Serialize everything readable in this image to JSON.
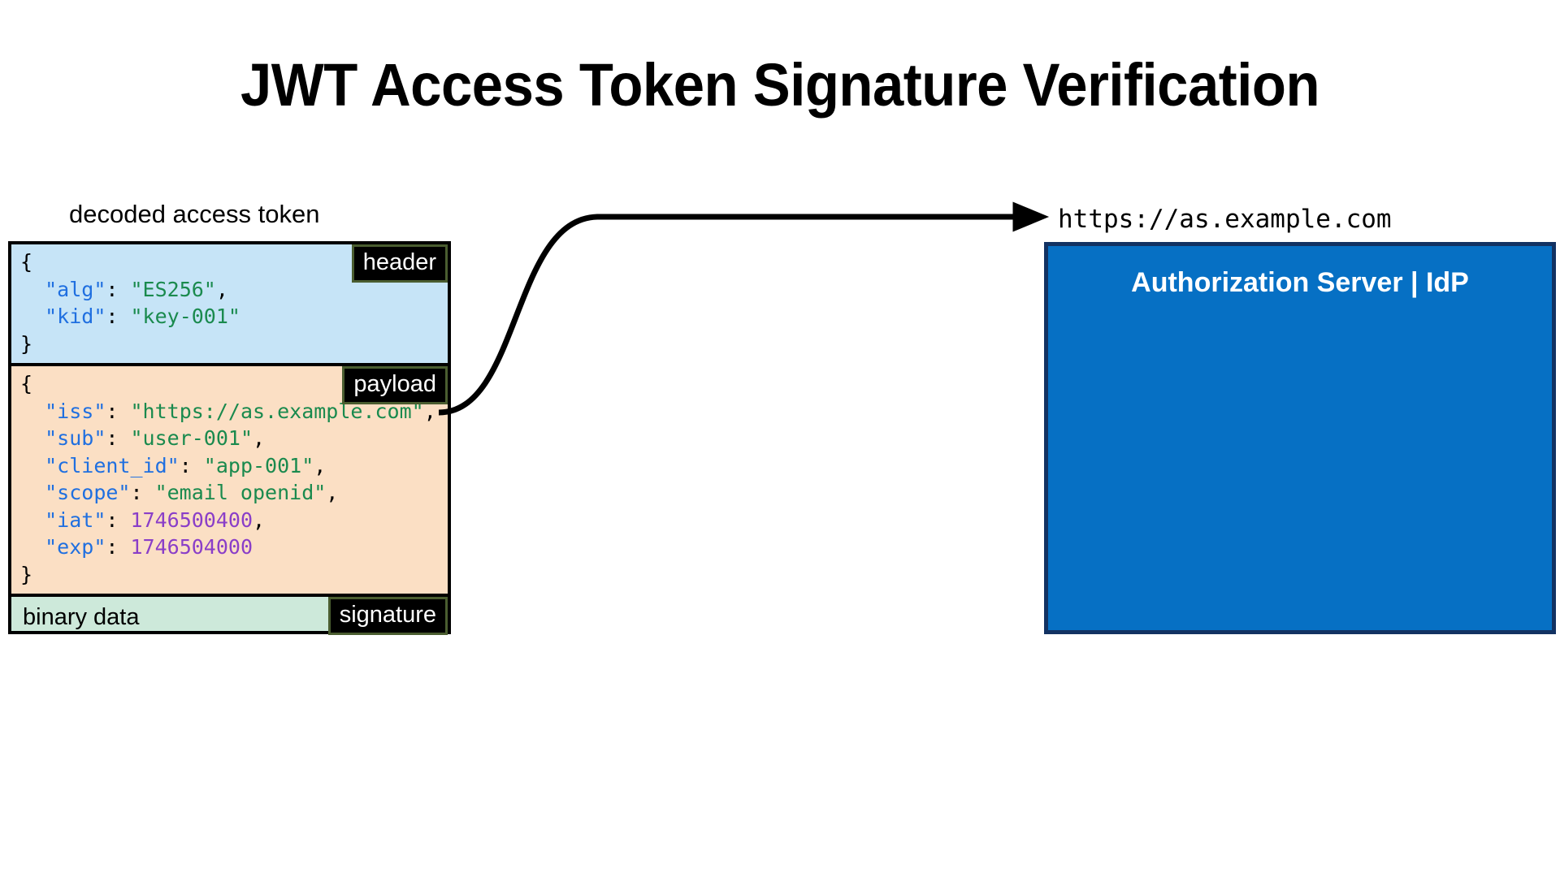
{
  "title": "JWT Access Token Signature Verification",
  "token_panel": {
    "caption": "decoded access token",
    "sections": [
      {
        "tag": "header",
        "bg_color": "#c6e4f7",
        "lines": [
          [
            {
              "t": "{",
              "c": "p"
            }
          ],
          [
            {
              "t": "  ",
              "c": "p"
            },
            {
              "t": "\"alg\"",
              "c": "k"
            },
            {
              "t": ": ",
              "c": "p"
            },
            {
              "t": "\"ES256\"",
              "c": "s"
            },
            {
              "t": ",",
              "c": "p"
            }
          ],
          [
            {
              "t": "  ",
              "c": "p"
            },
            {
              "t": "\"kid\"",
              "c": "k"
            },
            {
              "t": ": ",
              "c": "p"
            },
            {
              "t": "\"key-001\"",
              "c": "s"
            }
          ],
          [
            {
              "t": "}",
              "c": "p"
            }
          ]
        ]
      },
      {
        "tag": "payload",
        "bg_color": "#fbdfc4",
        "lines": [
          [
            {
              "t": "{",
              "c": "p"
            }
          ],
          [
            {
              "t": "  ",
              "c": "p"
            },
            {
              "t": "\"iss\"",
              "c": "k"
            },
            {
              "t": ": ",
              "c": "p"
            },
            {
              "t": "\"https://as.example.com\"",
              "c": "s"
            },
            {
              "t": ",",
              "c": "p"
            }
          ],
          [
            {
              "t": "  ",
              "c": "p"
            },
            {
              "t": "\"sub\"",
              "c": "k"
            },
            {
              "t": ": ",
              "c": "p"
            },
            {
              "t": "\"user-001\"",
              "c": "s"
            },
            {
              "t": ",",
              "c": "p"
            }
          ],
          [
            {
              "t": "  ",
              "c": "p"
            },
            {
              "t": "\"client_id\"",
              "c": "k"
            },
            {
              "t": ": ",
              "c": "p"
            },
            {
              "t": "\"app-001\"",
              "c": "s"
            },
            {
              "t": ",",
              "c": "p"
            }
          ],
          [
            {
              "t": "  ",
              "c": "p"
            },
            {
              "t": "\"scope\"",
              "c": "k"
            },
            {
              "t": ": ",
              "c": "p"
            },
            {
              "t": "\"email openid\"",
              "c": "s"
            },
            {
              "t": ",",
              "c": "p"
            }
          ],
          [
            {
              "t": "  ",
              "c": "p"
            },
            {
              "t": "\"iat\"",
              "c": "k"
            },
            {
              "t": ": ",
              "c": "p"
            },
            {
              "t": "1746500400",
              "c": "n"
            },
            {
              "t": ",",
              "c": "p"
            }
          ],
          [
            {
              "t": "  ",
              "c": "p"
            },
            {
              "t": "\"exp\"",
              "c": "k"
            },
            {
              "t": ": ",
              "c": "p"
            },
            {
              "t": "1746504000",
              "c": "n"
            }
          ],
          [
            {
              "t": "}",
              "c": "p"
            }
          ]
        ]
      },
      {
        "tag": "signature",
        "bg_color": "#cde9da",
        "text": "binary data"
      }
    ]
  },
  "authorization_server": {
    "url": "https://as.example.com",
    "label": "Authorization Server | IdP",
    "fill_color": "#0670c4",
    "border_color": "#123262"
  },
  "arrow": {
    "name": "issuer-to-as-arrow",
    "color": "#000000"
  }
}
